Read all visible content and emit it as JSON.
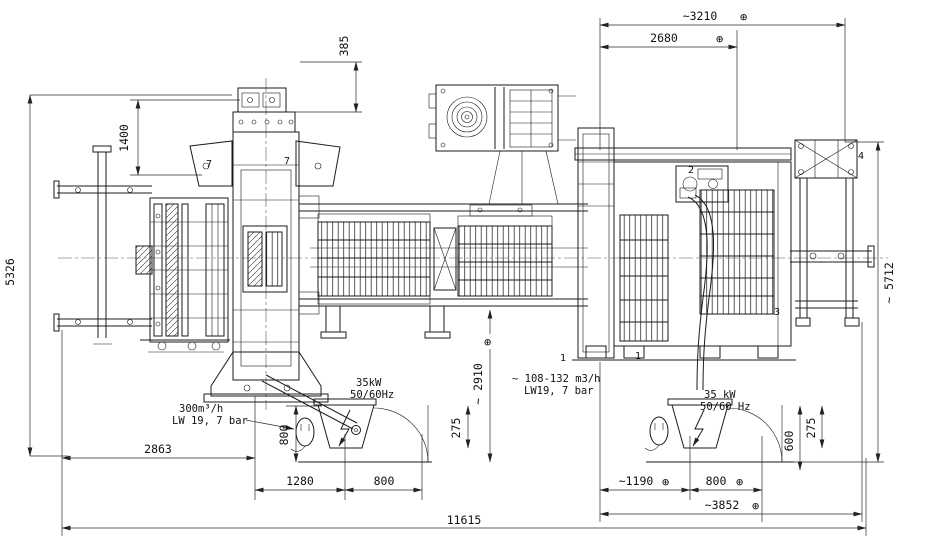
{
  "colors": {
    "background": "#ffffff",
    "line": "#1a1a1a"
  },
  "icons": {
    "datum_target": "⊕",
    "lightning_bolt": "⚡"
  },
  "dims": {
    "top_3210": "~3210",
    "top_2680": "2680",
    "v_385": "385",
    "v_1400": "1400",
    "left_5326": "5326",
    "right_5712": "~ 5712",
    "mid_2910": "~ 2910",
    "bottom_2863": "2863",
    "bottom_1280": "1280",
    "bottom_800_left": "800",
    "vert_800_left": "800",
    "vert_275_left": "275",
    "bottom_1190": "~1190",
    "bottom_800_right": "800",
    "vert_600_right": "600",
    "vert_275_right": "275",
    "bottom_3852": "~3852",
    "bottom_11615": "11615"
  },
  "notes": {
    "power_left_l1": "35kW",
    "power_left_l2": "50/60Hz",
    "air_left_l1": "300m³/h",
    "air_left_l2": "LW 19, 7 bar",
    "air_mid_l1": "~ 108-132 m3/h",
    "air_mid_l2": "LW19, 7 bar",
    "power_right_l1": "35 kW",
    "power_right_l2": "50/60 Hz"
  },
  "callouts": [
    {
      "label": "7"
    },
    {
      "label": "7"
    },
    {
      "label": "1"
    },
    {
      "label": "1"
    },
    {
      "label": "2"
    },
    {
      "label": "3"
    },
    {
      "label": "4"
    }
  ]
}
